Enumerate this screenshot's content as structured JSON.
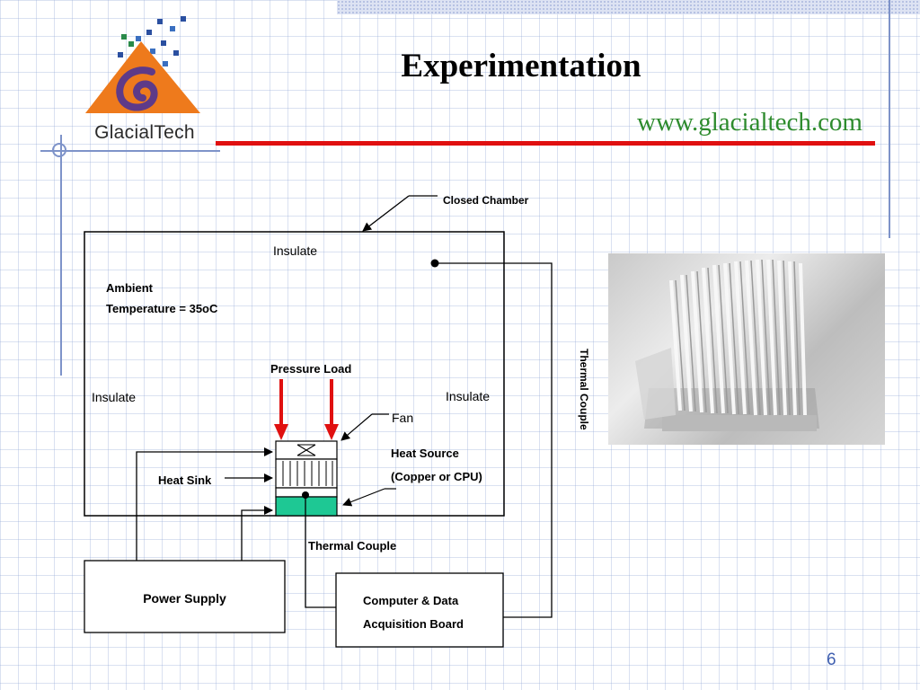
{
  "header": {
    "logo_text": "GlacialTech",
    "title": "Experimentation",
    "url": "www.glacialtech.com"
  },
  "diagram": {
    "closed_chamber": "Closed Chamber",
    "insulate_top": "Insulate",
    "insulate_left": "Insulate",
    "insulate_right": "Insulate",
    "ambient_line1": "Ambient",
    "ambient_line2": "Temperature = 35oC",
    "pressure_load": "Pressure Load",
    "fan": "Fan",
    "heat_source_line1": "Heat Source",
    "heat_source_line2": "(Copper or CPU)",
    "heat_sink": "Heat Sink",
    "thermal_couple": "Thermal Couple",
    "thermal_couple_vertical": "Thermal Couple",
    "power_supply": "Power Supply",
    "computer_line1": "Computer & Data",
    "computer_line2": "Acquisition Board"
  },
  "colors": {
    "arrow_red": "#e01010",
    "heat_source_green": "#1ec894",
    "url_green": "#2e8b2e",
    "accent_blue": "#7e93c9"
  },
  "page_number": "6"
}
